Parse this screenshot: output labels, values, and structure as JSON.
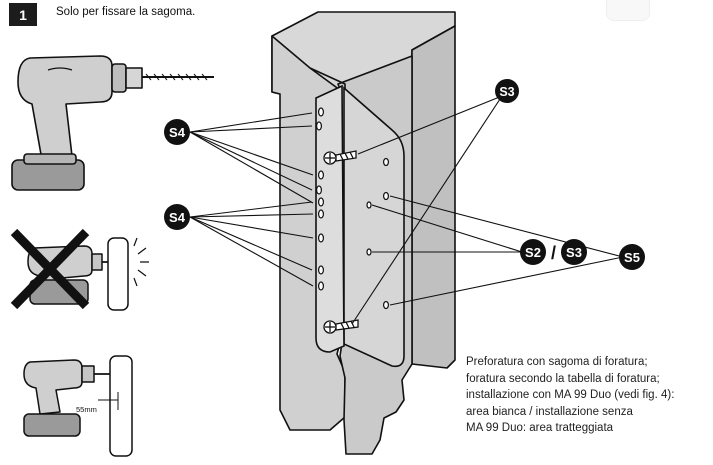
{
  "step": {
    "number": "1",
    "text": "Solo per fissare la sagoma."
  },
  "labels": {
    "s4_top": "S4",
    "s4_bottom": "S4",
    "s3_top": "S3",
    "s2": "S2",
    "slash": "/",
    "s3_mid": "S3",
    "s5": "S5"
  },
  "depth_label": "55mm",
  "caption": [
    "Preforatura con sagoma di foratura;",
    "foratura secondo la tabella di foratura;",
    "installazione con MA 99 Duo (vedi fig. 4):",
    "area bianca / installazione senza",
    "MA 99 Duo: area tratteggiata"
  ],
  "colors": {
    "ink": "#111111",
    "frame": "#d2d2d2",
    "battery": "#9a9a9a",
    "badge": "#1c1c1c"
  }
}
